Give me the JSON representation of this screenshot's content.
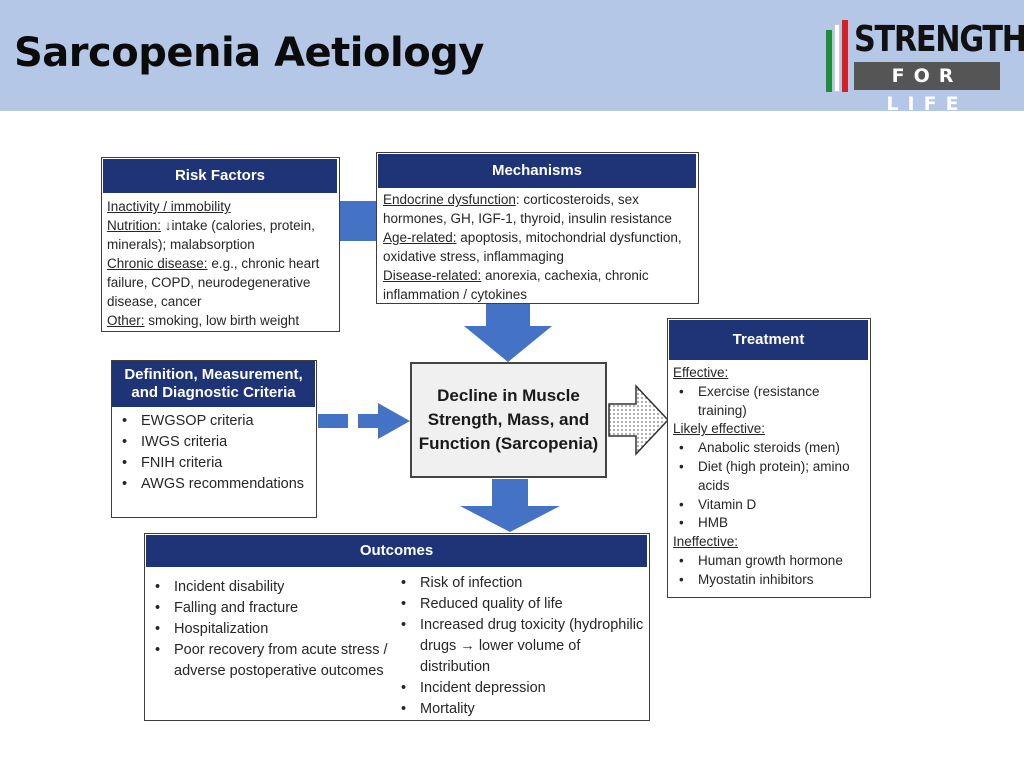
{
  "slide": {
    "title": "Sarcopenia Aetiology"
  },
  "logo": {
    "line1": "STRENGTH",
    "line2": "FOR LIFE",
    "colors": [
      "#1d8f3a",
      "#ffffff",
      "#d41f26"
    ]
  },
  "colors": {
    "header_fill": "#1f3476",
    "arrow_fill": "#4472c4",
    "title_band": "#b4c7e7"
  },
  "risk_factors": {
    "header": "Risk Factors",
    "lines": [
      {
        "label": "Inactivity / immobility",
        "text": ""
      },
      {
        "label": "Nutrition:",
        "text": " ↓intake (calories, protein, minerals); malabsorption"
      },
      {
        "label": "Chronic disease:",
        "text": " e.g., chronic heart failure, COPD, neurodegenerative disease, cancer"
      },
      {
        "label": "Other:",
        "text": " smoking, low birth weight"
      }
    ]
  },
  "mechanisms": {
    "header": "Mechanisms",
    "lines": [
      {
        "label": "Endocrine dysfunction",
        "text": ": corticosteroids, sex hormones, GH, IGF-1, thyroid, insulin resistance"
      },
      {
        "label": "Age-related:",
        "text": "  apoptosis, mitochondrial dysfunction, oxidative stress, inflammaging"
      },
      {
        "label": "Disease-related:",
        "text": "  anorexia, cachexia, chronic inflammation / cytokines"
      }
    ]
  },
  "definition": {
    "header": "Definition, Measurement, and Diagnostic Criteria",
    "items": [
      "EWGSOP criteria",
      "IWGS criteria",
      "FNIH criteria",
      "AWGS recommendations"
    ]
  },
  "center": {
    "text": "Decline in Muscle Strength, Mass, and Function (Sarcopenia)"
  },
  "treatment": {
    "header": "Treatment",
    "groups": [
      {
        "label": "Effective:",
        "items": [
          "Exercise (resistance training)"
        ]
      },
      {
        "label": "Likely effective:",
        "items": [
          "Anabolic steroids (men)",
          "Diet (high protein); amino acids",
          "Vitamin D",
          " HMB"
        ]
      },
      {
        "label": "Ineffective:",
        "items": [
          "Human growth hormone",
          "Myostatin inhibitors"
        ]
      }
    ]
  },
  "outcomes": {
    "header": "Outcomes",
    "left": [
      "Incident disability",
      "Falling and fracture",
      "Hospitalization",
      "Poor recovery from acute stress / adverse postoperative outcomes"
    ],
    "right": [
      "Risk of infection",
      "Reduced quality of life",
      "Increased drug toxicity (hydrophilic drugs → lower volume of distribution",
      "Incident depression",
      "Mortality"
    ]
  }
}
